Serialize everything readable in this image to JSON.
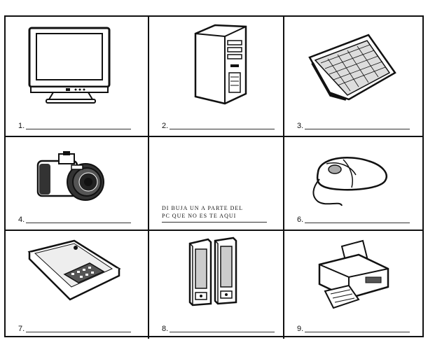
{
  "worksheet": {
    "items": [
      {
        "number": "1.",
        "icon": "monitor-icon"
      },
      {
        "number": "2.",
        "icon": "computer-tower-icon"
      },
      {
        "number": "3.",
        "icon": "keyboard-icon"
      },
      {
        "number": "4.",
        "icon": "camera-icon"
      },
      {
        "number": "",
        "icon": ""
      },
      {
        "number": "6.",
        "icon": "mouse-icon"
      },
      {
        "number": "7.",
        "icon": "scanner-icon"
      },
      {
        "number": "8.",
        "icon": "speakers-icon"
      },
      {
        "number": "9.",
        "icon": "printer-icon"
      }
    ],
    "draw_prompt_line1": "DI BUJA  UN A  PARTE  DEL",
    "draw_prompt_line2": "PC  QUE  NO ES TE AQUI"
  }
}
